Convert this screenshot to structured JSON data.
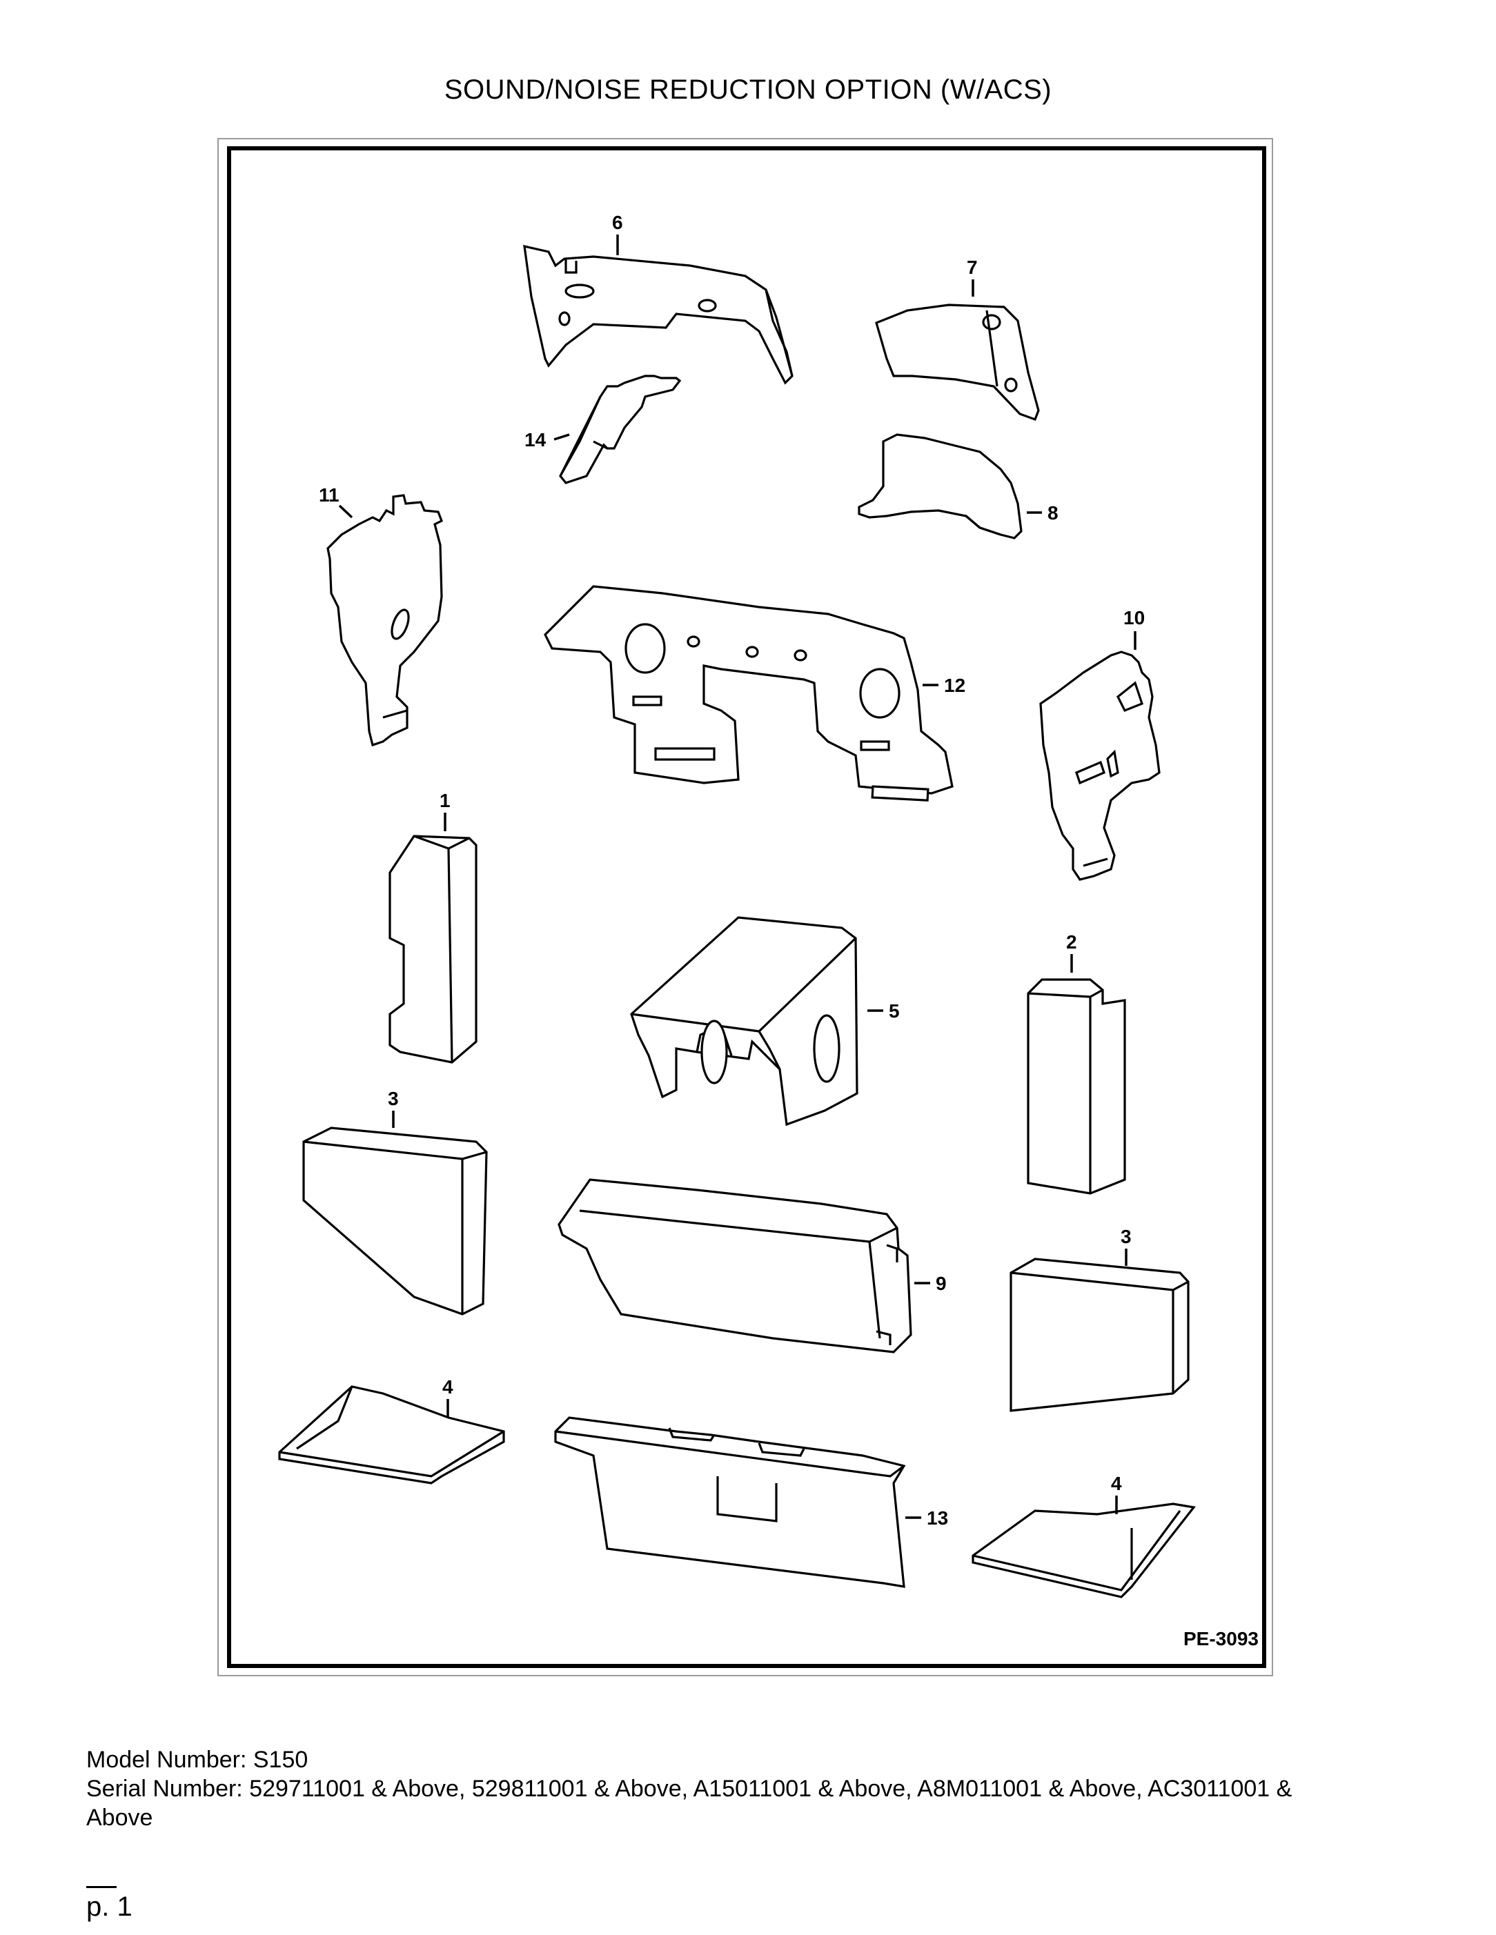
{
  "title": "SOUND/NOISE REDUCTION OPTION (W/ACS)",
  "figure_ref": "PE-3093",
  "callouts": [
    "6",
    "7",
    "14",
    "8",
    "11",
    "10",
    "12",
    "1",
    "2",
    "5",
    "3",
    "9",
    "3",
    "4",
    "13",
    "4"
  ],
  "footer": {
    "model_line": "Model Number: S150",
    "serial_line_1": "Serial Number: 529711001 & Above, 529811001 & Above, A15011001 & Above, A8M011001 & Above, AC3011001 &",
    "serial_line_2": "Above"
  },
  "page_label": "p. 1"
}
